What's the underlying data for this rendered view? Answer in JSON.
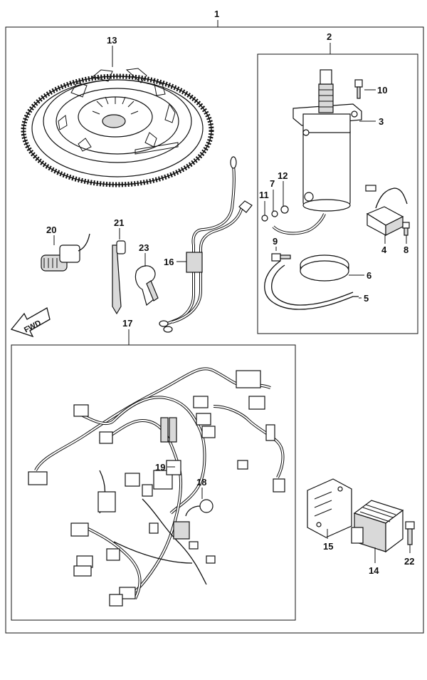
{
  "labels": {
    "p1": "1",
    "p2": "2",
    "p3": "3",
    "p4": "4",
    "p5": "5",
    "p6": "6",
    "p7": "7",
    "p8": "8",
    "p9": "9",
    "p10": "10",
    "p11": "11",
    "p12": "12",
    "p13": "13",
    "p14": "14",
    "p15": "15",
    "p16": "16",
    "p17": "17",
    "p18": "18",
    "p19": "19",
    "p20": "20",
    "p21": "21",
    "p22": "22",
    "p23": "23"
  },
  "fwd_marker": "FWD"
}
